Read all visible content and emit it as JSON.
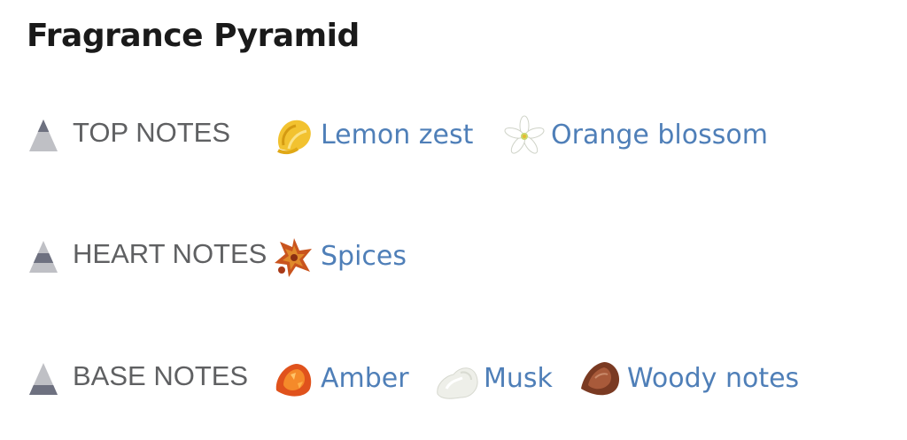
{
  "title": "Fragrance Pyramid",
  "colors": {
    "link": "#4f7fb8",
    "label": "#5f6062",
    "heading": "#1a1a1a"
  },
  "tiers": [
    {
      "label": "TOP NOTES",
      "icon": "pyramid-top-icon",
      "notes": [
        {
          "name": "Lemon zest",
          "icon": "lemon-zest-icon"
        },
        {
          "name": "Orange blossom",
          "icon": "orange-blossom-icon"
        }
      ]
    },
    {
      "label": "HEART NOTES",
      "icon": "pyramid-heart-icon",
      "notes": [
        {
          "name": "Spices",
          "icon": "spices-icon"
        }
      ]
    },
    {
      "label": "BASE NOTES",
      "icon": "pyramid-base-icon",
      "notes": [
        {
          "name": "Amber",
          "icon": "amber-icon"
        },
        {
          "name": "Musk",
          "icon": "musk-icon"
        },
        {
          "name": "Woody notes",
          "icon": "woody-notes-icon"
        }
      ]
    }
  ]
}
